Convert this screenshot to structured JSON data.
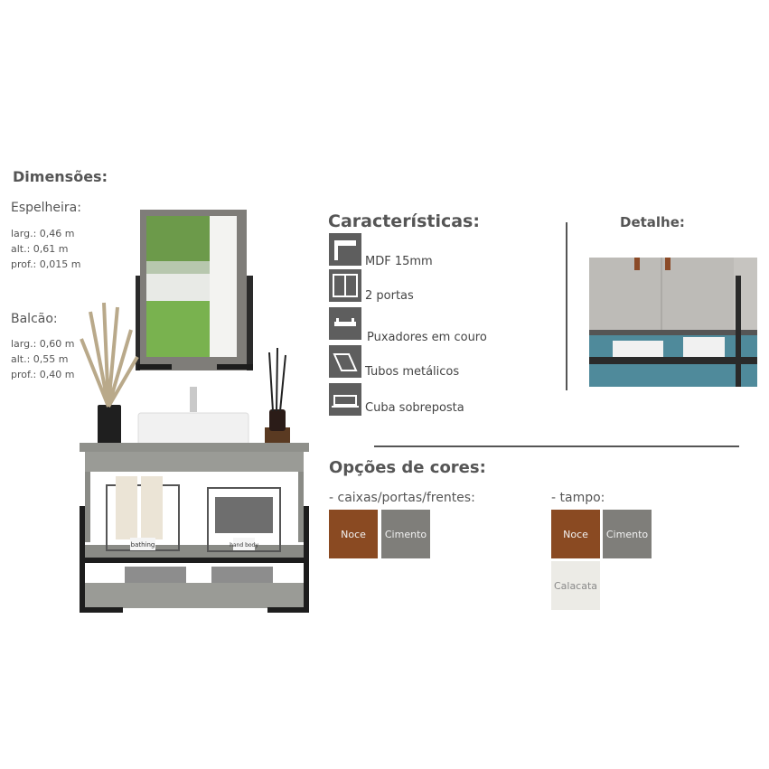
{
  "dimensions": {
    "title": "Dimensões:",
    "mirror": {
      "label": "Espelheira:",
      "width": "larg.: 0,46 m",
      "height": "alt.: 0,61 m",
      "depth": "prof.: 0,015 m"
    },
    "counter": {
      "label": "Balcão:",
      "width": "larg.: 0,60 m",
      "height": "alt.: 0,55 m",
      "depth": "prof.: 0,40 m"
    }
  },
  "features": {
    "title": "Características:",
    "items": [
      {
        "icon": "mdf-board-icon",
        "label": "MDF 15mm"
      },
      {
        "icon": "two-doors-icon",
        "label": "2 portas"
      },
      {
        "icon": "leather-handle-icon",
        "label": "Puxadores em couro"
      },
      {
        "icon": "metal-tube-icon",
        "label": "Tubos metálicos"
      },
      {
        "icon": "basin-icon",
        "label": "Cuba sobreposta"
      }
    ]
  },
  "detail": {
    "title": "Detalhe:"
  },
  "colors": {
    "title": "Opções de cores:",
    "body_group": {
      "label": "- caixas/portas/frentes:",
      "options": [
        {
          "name": "Noce",
          "color": "#8a4a22"
        },
        {
          "name": "Cimento",
          "color": "#7f7e7a"
        }
      ]
    },
    "top_group": {
      "label": "- tampo:",
      "options": [
        {
          "name": "Noce",
          "color": "#8a4a22"
        },
        {
          "name": "Cimento",
          "color": "#7f7e7a"
        },
        {
          "name": "Calacata",
          "color": "#ecebe6"
        }
      ]
    }
  },
  "product_labels": {
    "basket_left": "bathing",
    "basket_right": "hand body"
  }
}
